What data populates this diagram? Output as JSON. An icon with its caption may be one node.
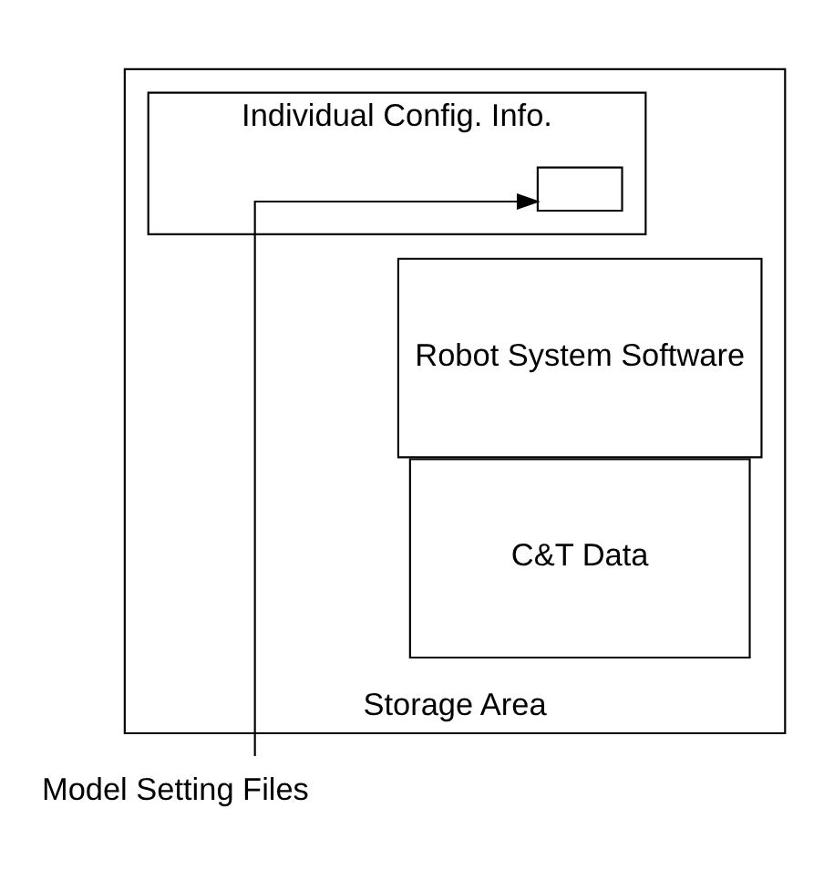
{
  "diagram": {
    "nodes": [
      {
        "text": [
          "Storage Area"
        ]
      },
      {
        "text": [
          "Robot System Software"
        ],
        "in": 0
      },
      {
        "text": [
          "Individual Config. Info."
        ],
        "in": 0
      },
      {
        "text": [],
        "shape": "box",
        "in": 2
      },
      {
        "text": [
          "C&T Data"
        ],
        "in": 0
      },
      {
        "text": [
          "Model Setting Files"
        ]
      }
    ],
    "edges": [
      {
        "from": 5,
        "to": 3,
        "arrow": "to"
      }
    ]
  }
}
